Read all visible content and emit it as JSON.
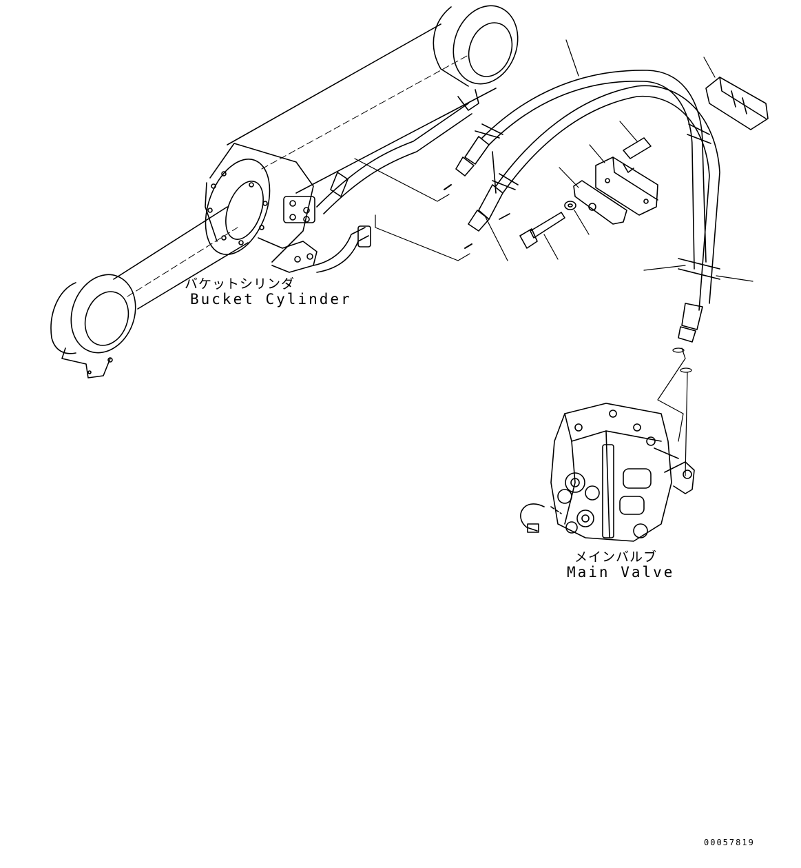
{
  "labels": {
    "bucket_cylinder_jp": "バケットシリンダ",
    "bucket_cylinder_en": "Bucket Cylinder",
    "main_valve_jp": "メインバルブ",
    "main_valve_en": "Main Valve",
    "drawing_number": "00057819"
  },
  "colors": {
    "line": "#000000",
    "background": "#ffffff"
  }
}
